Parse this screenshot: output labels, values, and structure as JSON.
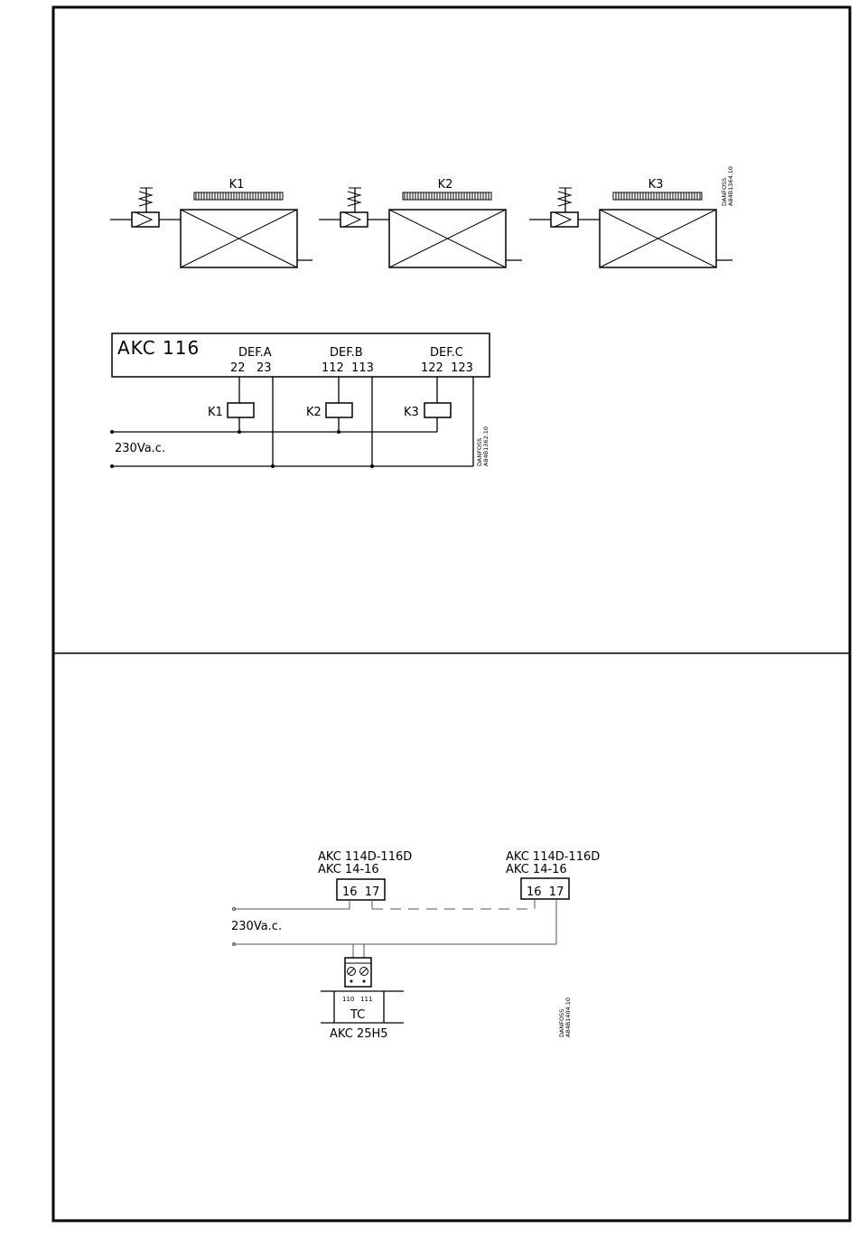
{
  "top_diagram": {
    "evaporators": [
      {
        "label": "K1"
      },
      {
        "label": "K2"
      },
      {
        "label": "K3"
      }
    ],
    "drawing_ref": {
      "company": "DANFOSS",
      "number": "A84B1364.10"
    }
  },
  "wiring_diagram": {
    "controller_name": "AKC 116",
    "groups": [
      {
        "name": "DEF.A",
        "terminals": "22   23",
        "relay": "K1"
      },
      {
        "name": "DEF.B",
        "terminals": "112  113",
        "relay": "K2"
      },
      {
        "name": "DEF.C",
        "terminals": "122  123",
        "relay": "K3"
      }
    ],
    "supply": "230Va.c.",
    "drawing_ref": {
      "company": "DANFOSS",
      "number": "A84B1362.10"
    }
  },
  "bottom_diagram": {
    "controllers": [
      {
        "line1": "AKC 114D-116D",
        "line2": "AKC 14-16",
        "terminals": "16  17"
      },
      {
        "line1": "AKC 114D-116D",
        "line2": "AKC 14-16",
        "terminals": "16  17"
      }
    ],
    "supply": "230Va.c.",
    "unit": {
      "terminals": "110   111",
      "tag": "TC",
      "name": "AKC 25H5"
    },
    "drawing_ref": {
      "company": "DANFOSS",
      "number": "A84B1404.10"
    }
  }
}
